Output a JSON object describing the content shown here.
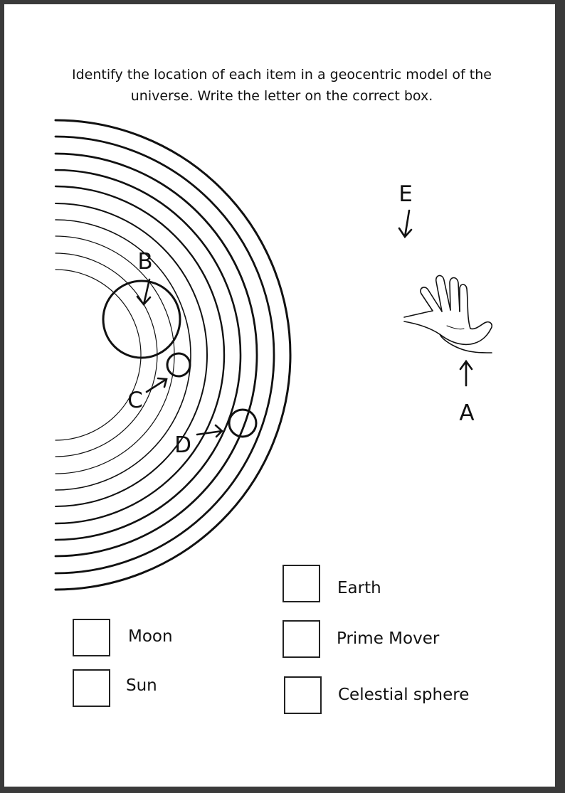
{
  "instructions": {
    "line1": "Identify the location of each item in a geocentric model of the",
    "line2": "universe. Write the letter on the correct box."
  },
  "diagram": {
    "markers": {
      "a": "A",
      "b": "B",
      "c": "C",
      "d": "D",
      "e": "E"
    }
  },
  "items": {
    "earth": "Earth",
    "prime_mover": "Prime Mover",
    "celestial_sphere": "Celestial sphere",
    "moon": "Moon",
    "sun": "Sun"
  }
}
